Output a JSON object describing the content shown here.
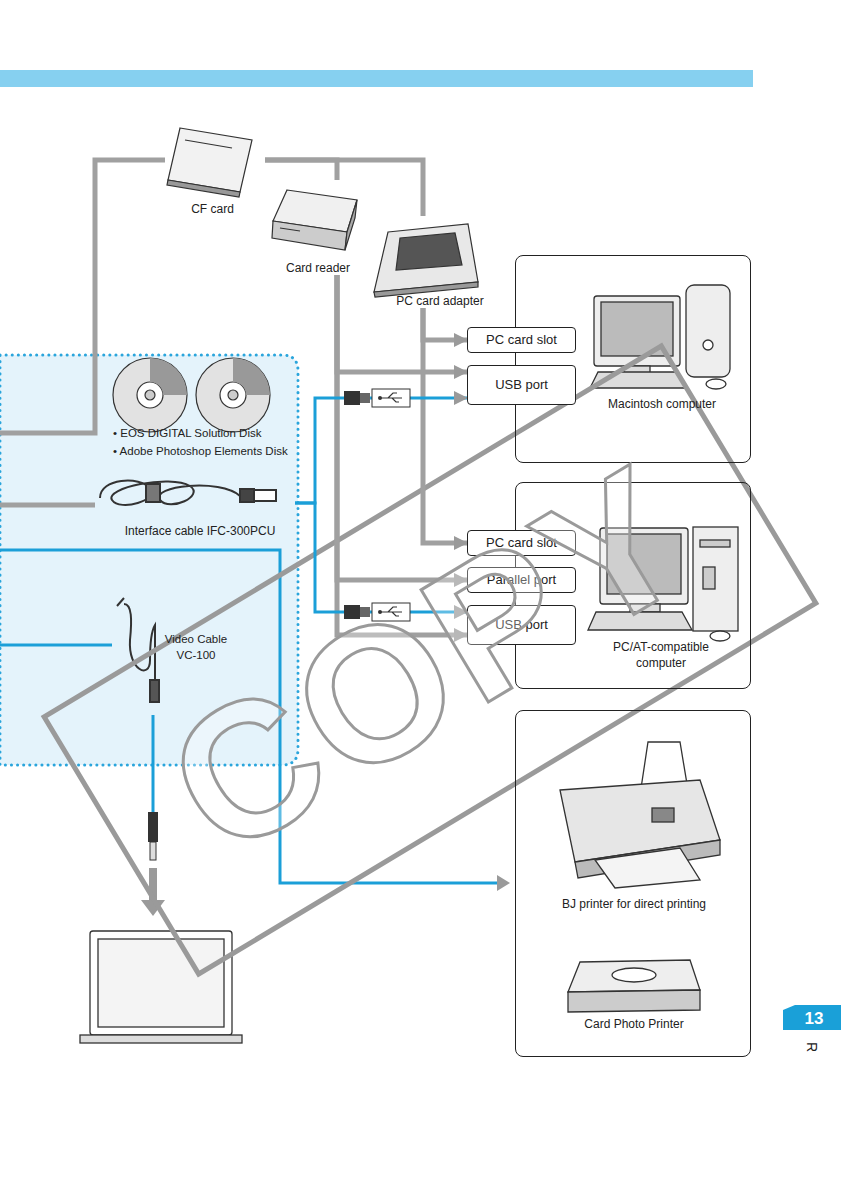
{
  "diagram": {
    "nodes": [
      {
        "text": [
          "CF card"
        ]
      },
      {
        "text": [
          "Card reader"
        ]
      },
      {
        "text": [
          "PC card adapter"
        ]
      },
      {
        "text": [
          "Macintosh computer"
        ]
      },
      {
        "text": [
          "PC card slot"
        ],
        "in": 3
      },
      {
        "text": [
          "USB port"
        ],
        "in": 3
      },
      {
        "text": [
          "PC/AT-compatible computer"
        ]
      },
      {
        "text": [
          "PC card slot"
        ],
        "in": 6
      },
      {
        "text": [
          "Parallel port"
        ],
        "in": 6
      },
      {
        "text": [
          "USB port"
        ],
        "in": 6
      },
      {
        "text": [
          "• EOS DIGITAL Solution Disk",
          "• Adobe Photoshop Elements Disk"
        ]
      },
      {
        "text": [
          "Interface cable IFC-300PCU"
        ]
      },
      {
        "text": [
          "Video Cable VC-100"
        ]
      },
      {
        "text": [
          "BJ printer for direct printing",
          "Card Photo Printer"
        ]
      }
    ],
    "edges": [
      {
        "from": 0,
        "to": 1,
        "arrow": "none"
      },
      {
        "from": 0,
        "to": 2,
        "arrow": "none"
      },
      {
        "from": 1,
        "to": 5,
        "arrow": "to"
      },
      {
        "from": 1,
        "to": 8,
        "arrow": "to"
      },
      {
        "from": 1,
        "to": 9,
        "arrow": "to"
      },
      {
        "from": 2,
        "to": 4,
        "arrow": "to"
      },
      {
        "from": 2,
        "to": 7,
        "arrow": "to"
      },
      {
        "from": 11,
        "to": 5,
        "arrow": "to"
      },
      {
        "from": 11,
        "to": 9,
        "arrow": "to"
      }
    ],
    "labels": [
      "COPY",
      "13",
      "R"
    ]
  }
}
